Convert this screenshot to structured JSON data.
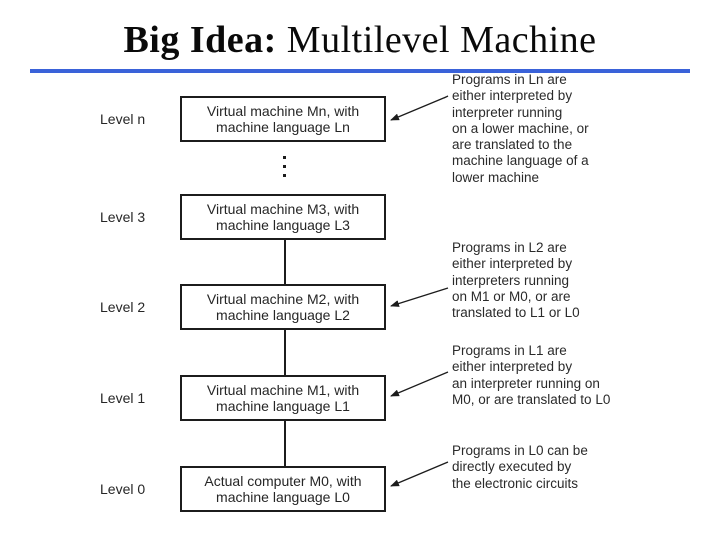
{
  "title": {
    "emphasis": "Big Idea:",
    "rest": "Multilevel Machine"
  },
  "accent_rule_color": "#3a62d9",
  "diagram": {
    "levels": [
      {
        "label": "Level n",
        "box_lines": [
          "Virtual machine Mn, with",
          "machine language Ln"
        ]
      },
      {
        "label": "Level 3",
        "box_lines": [
          "Virtual machine M3, with",
          "machine language L3"
        ]
      },
      {
        "label": "Level 2",
        "box_lines": [
          "Virtual machine M2, with",
          "machine language L2"
        ]
      },
      {
        "label": "Level 1",
        "box_lines": [
          "Virtual machine M1, with",
          "machine language L1"
        ]
      },
      {
        "label": "Level 0",
        "box_lines": [
          "Actual computer M0, with",
          "machine language L0"
        ]
      }
    ],
    "ellipsis_icon": "vertical-ellipsis",
    "annotations": [
      {
        "lines": [
          "Programs in Ln are",
          "either interpreted by",
          "interpreter running",
          "on a lower machine, or",
          "are translated to the",
          "machine language of a",
          "lower machine"
        ]
      },
      {
        "lines": [
          "Programs in L2 are",
          "either interpreted by",
          "interpreters running",
          "on M1 or M0, or are",
          "translated to L1 or L0"
        ]
      },
      {
        "lines": [
          "Programs in L1 are",
          "either interpreted by",
          "an interpreter running on",
          "M0, or are translated to L0"
        ]
      },
      {
        "lines": [
          "Programs in L0 can be",
          "directly executed by",
          "the electronic circuits"
        ]
      }
    ]
  }
}
